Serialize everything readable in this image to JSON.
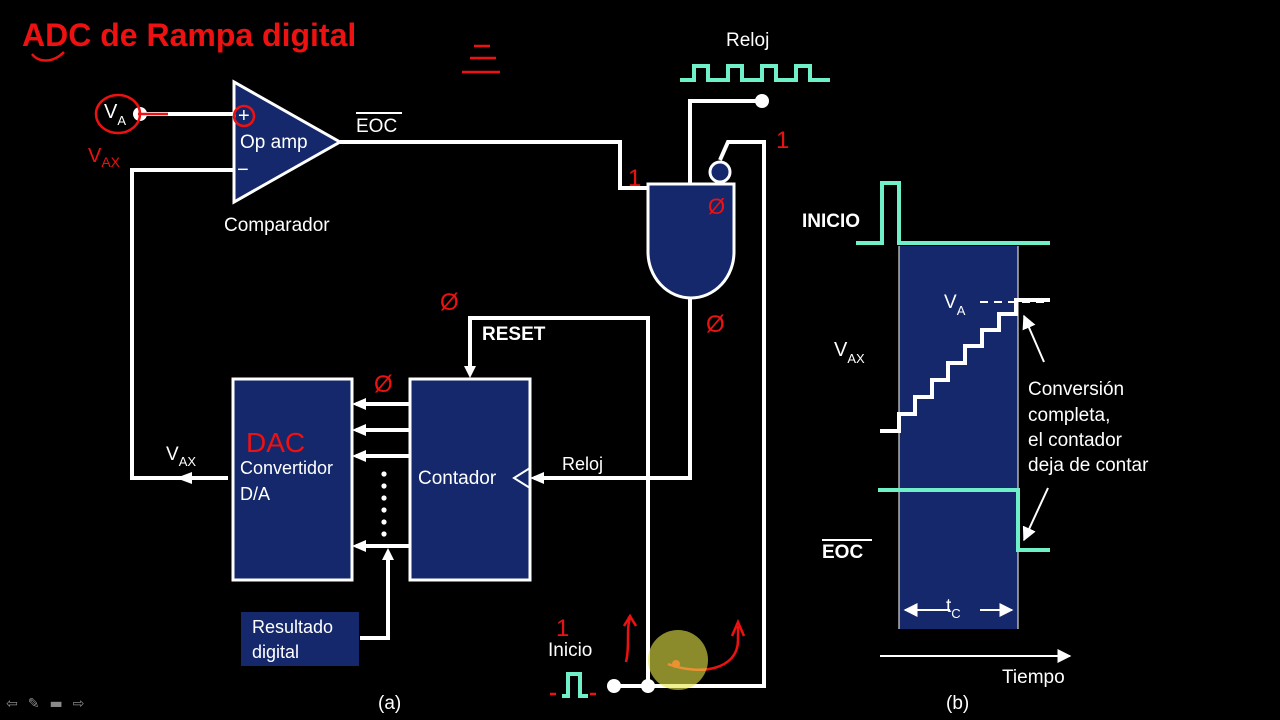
{
  "title": "ADC de Rampa  digital",
  "colors": {
    "block_fill": "#14286b",
    "wire": "#ffffff",
    "signal": "#6ff0c8",
    "ink": "#ee1111",
    "highlight": "#e8e84a"
  },
  "circuit": {
    "va": "V",
    "va_sub": "A",
    "op_amp_plus": "+",
    "op_amp_label": "Op amp",
    "op_amp_minus": "−",
    "comparator_label": "Comparador",
    "eoc": "EOC",
    "clock_label": "Reloj",
    "reset_label": "RESET",
    "dac_line1": "Convertidor",
    "dac_line2": "D/A",
    "counter_label": "Contador",
    "counter_clock_label": "Reloj",
    "vax": "V",
    "vax_sub": "AX",
    "result_line1": "Resultado",
    "result_line2": "digital",
    "start_label": "Inicio",
    "panel_label": "(a)"
  },
  "timing": {
    "start_label": "INICIO",
    "va_label": "V",
    "va_sub": "A",
    "vax_label": "V",
    "vax_sub": "AX",
    "note_lines": [
      "Conversión",
      "completa,",
      "el  contador",
      "deja de contar"
    ],
    "eoc_label": "EOC",
    "tc_label": "t",
    "tc_sub": "C",
    "time_label": "Tiempo",
    "panel_label": "(b)"
  },
  "annotations": {
    "one": "1",
    "zero": "Ø",
    "dac": "DAC",
    "vax_hand": "V",
    "vax_hand_sub": "AX"
  },
  "nav": {
    "prev": "⇦",
    "pen": "✎",
    "menu": "▬",
    "next": "⇨"
  }
}
